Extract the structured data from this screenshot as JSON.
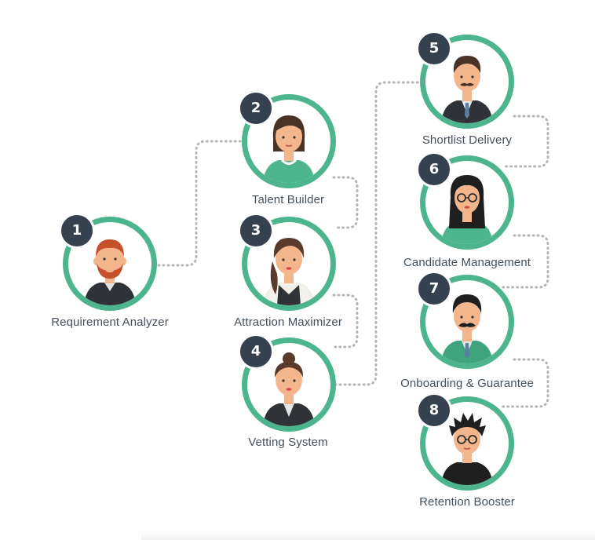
{
  "steps": [
    {
      "number": "1",
      "label": "Requirement Analyzer",
      "icon": "man-beard-avatar-icon"
    },
    {
      "number": "2",
      "label": "Talent Builder",
      "icon": "woman-green-shirt-avatar-icon"
    },
    {
      "number": "3",
      "label": "Attraction Maximizer",
      "icon": "woman-ponytail-avatar-icon"
    },
    {
      "number": "4",
      "label": "Vetting System",
      "icon": "woman-suit-avatar-icon"
    },
    {
      "number": "5",
      "label": "Shortlist Delivery",
      "icon": "man-mustache-suit-avatar-icon"
    },
    {
      "number": "6",
      "label": "Candidate Management",
      "icon": "woman-glasses-avatar-icon"
    },
    {
      "number": "7",
      "label": "Onboarding & Guarantee",
      "icon": "man-mustache-green-suit-avatar-icon"
    },
    {
      "number": "8",
      "label": "Retention Booster",
      "icon": "man-spiky-hair-glasses-avatar-icon"
    }
  ],
  "colors": {
    "ring": "#4cb58e",
    "badge": "#364150",
    "connector": "#b5b5b5",
    "label": "#43505c"
  }
}
